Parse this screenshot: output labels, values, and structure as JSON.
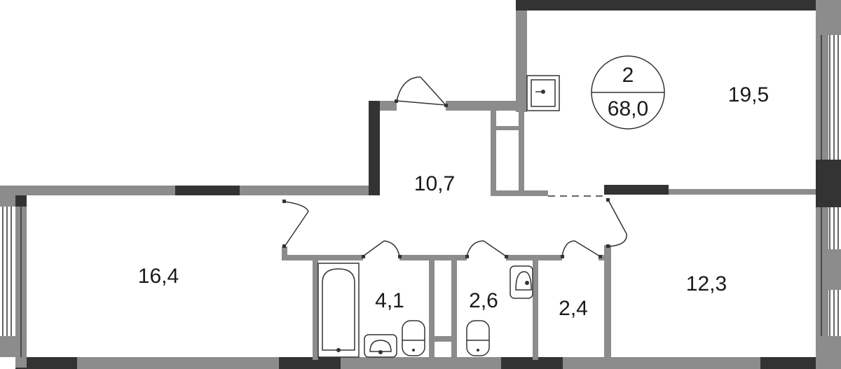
{
  "apartment": {
    "rooms_count": "2",
    "total_area": "68,0"
  },
  "rooms": [
    {
      "id": "living-room",
      "area": "19,5"
    },
    {
      "id": "hallway",
      "area": "10,7"
    },
    {
      "id": "bedroom",
      "area": "16,4"
    },
    {
      "id": "bedroom-2",
      "area": "12,3"
    },
    {
      "id": "bathroom",
      "area": "4,1"
    },
    {
      "id": "toilet",
      "area": "2,6"
    },
    {
      "id": "storage",
      "area": "2,4"
    }
  ],
  "colors": {
    "wall_gray": "#8c8c8c",
    "wall_dark": "#333333",
    "background": "#ffffff"
  }
}
